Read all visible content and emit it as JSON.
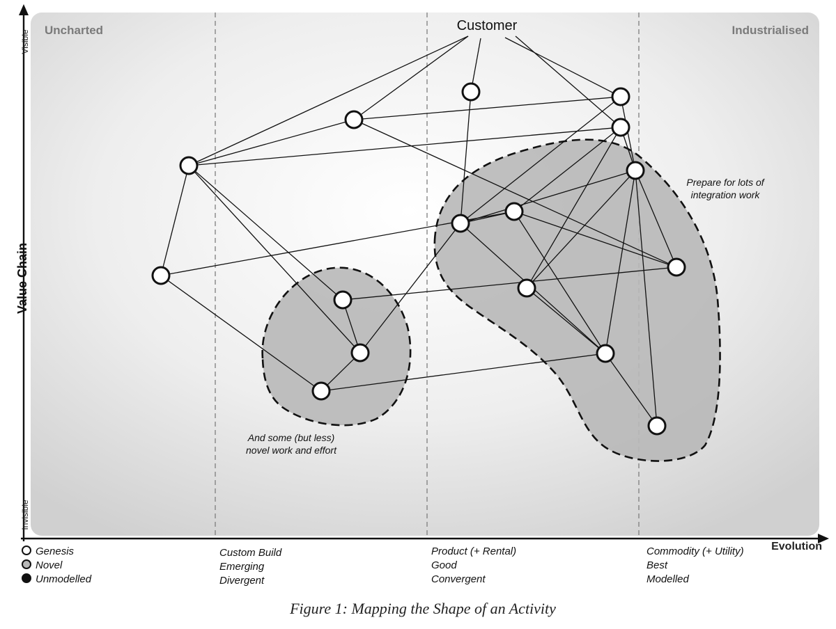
{
  "map": {
    "corner_left": "Uncharted",
    "corner_right": "Industrialised",
    "anchor_label": "Customer",
    "y_axis_title": "Value Chain",
    "y_axis_top": "Visible",
    "y_axis_bottom": "Invisible",
    "x_axis_title": "Evolution",
    "stages": [
      [
        "Custom Build",
        "Emerging",
        "Divergent"
      ],
      [
        "Product (+ Rental)",
        "Good",
        "Convergent"
      ],
      [
        "Commodity (+ Utility)",
        "Best",
        "Modelled"
      ]
    ],
    "annotations": {
      "large_blob": [
        "Prepare for lots of",
        "integration work"
      ],
      "small_blob": [
        "And some (but less)",
        "novel work and effort"
      ]
    },
    "legend": [
      {
        "label": "Genesis",
        "color": "#ffffff"
      },
      {
        "label": "Novel",
        "color": "#b8b8b8"
      },
      {
        "label": "Unmodelled",
        "color": "#111111"
      }
    ],
    "caption": "Figure 1: Mapping the Shape of an Activity"
  },
  "colors": {
    "background_light": "#ffffff",
    "background_dark": "#d0d0d0",
    "blob_fill": "#b8b8b8",
    "line": "#111111"
  }
}
